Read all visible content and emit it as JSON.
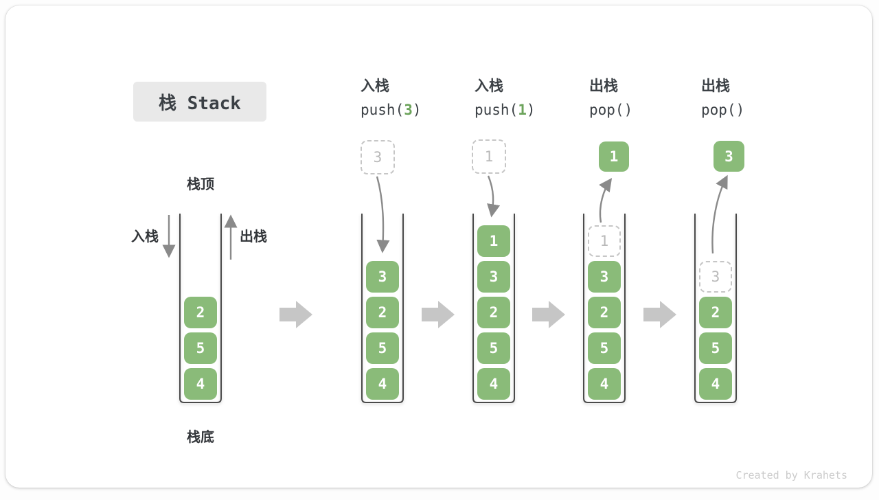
{
  "title": {
    "label": "栈 Stack"
  },
  "watermark": "Created by Krahets",
  "colors": {
    "green": "#8ABB79",
    "green_dark": "#6CA35B",
    "ink": "#3B4045",
    "arrow": "#8A8A8A",
    "flow": "#C6C6C6",
    "dash_border": "#C6C6C6",
    "ghost_text": "#B9B9B9",
    "title_bg": "#E9E9E9",
    "watermark": "#CBCBCB",
    "container": "#4A4A4A"
  },
  "operations": [
    {
      "line1": "入栈",
      "code_pre": "push(",
      "code_num": "3",
      "code_post": ")"
    },
    {
      "line1": "入栈",
      "code_pre": "push(",
      "code_num": "1",
      "code_post": ")"
    },
    {
      "line1": "出栈",
      "code_pre": "pop(",
      "code_num": "",
      "code_post": ")"
    },
    {
      "line1": "出栈",
      "code_pre": "pop(",
      "code_num": "",
      "code_post": ")"
    }
  ],
  "first_stack": {
    "top_label": "栈顶",
    "bottom_label": "栈底",
    "push_label": "入栈",
    "pop_label": "出栈"
  },
  "stacks": [
    {
      "cells": [
        {
          "v": "2",
          "row": 2,
          "style": "solid"
        },
        {
          "v": "5",
          "row": 3,
          "style": "solid"
        },
        {
          "v": "4",
          "row": 4,
          "style": "solid"
        }
      ],
      "float": null
    },
    {
      "cells": [
        {
          "v": "3",
          "row": 1,
          "style": "solid"
        },
        {
          "v": "2",
          "row": 2,
          "style": "solid"
        },
        {
          "v": "5",
          "row": 3,
          "style": "solid"
        },
        {
          "v": "4",
          "row": 4,
          "style": "solid"
        }
      ],
      "float": {
        "v": "3",
        "style": "ghost"
      }
    },
    {
      "cells": [
        {
          "v": "1",
          "row": 0,
          "style": "solid"
        },
        {
          "v": "3",
          "row": 1,
          "style": "solid"
        },
        {
          "v": "2",
          "row": 2,
          "style": "solid"
        },
        {
          "v": "5",
          "row": 3,
          "style": "solid"
        },
        {
          "v": "4",
          "row": 4,
          "style": "solid"
        }
      ],
      "float": {
        "v": "1",
        "style": "ghost"
      }
    },
    {
      "cells": [
        {
          "v": "1",
          "row": 0,
          "style": "ghost"
        },
        {
          "v": "3",
          "row": 1,
          "style": "solid"
        },
        {
          "v": "2",
          "row": 2,
          "style": "solid"
        },
        {
          "v": "5",
          "row": 3,
          "style": "solid"
        },
        {
          "v": "4",
          "row": 4,
          "style": "solid"
        }
      ],
      "float": {
        "v": "1",
        "style": "solid"
      }
    },
    {
      "cells": [
        {
          "v": "3",
          "row": 1,
          "style": "ghost"
        },
        {
          "v": "2",
          "row": 2,
          "style": "solid"
        },
        {
          "v": "5",
          "row": 3,
          "style": "solid"
        },
        {
          "v": "4",
          "row": 4,
          "style": "solid"
        }
      ],
      "float": {
        "v": "3",
        "style": "solid"
      }
    }
  ]
}
